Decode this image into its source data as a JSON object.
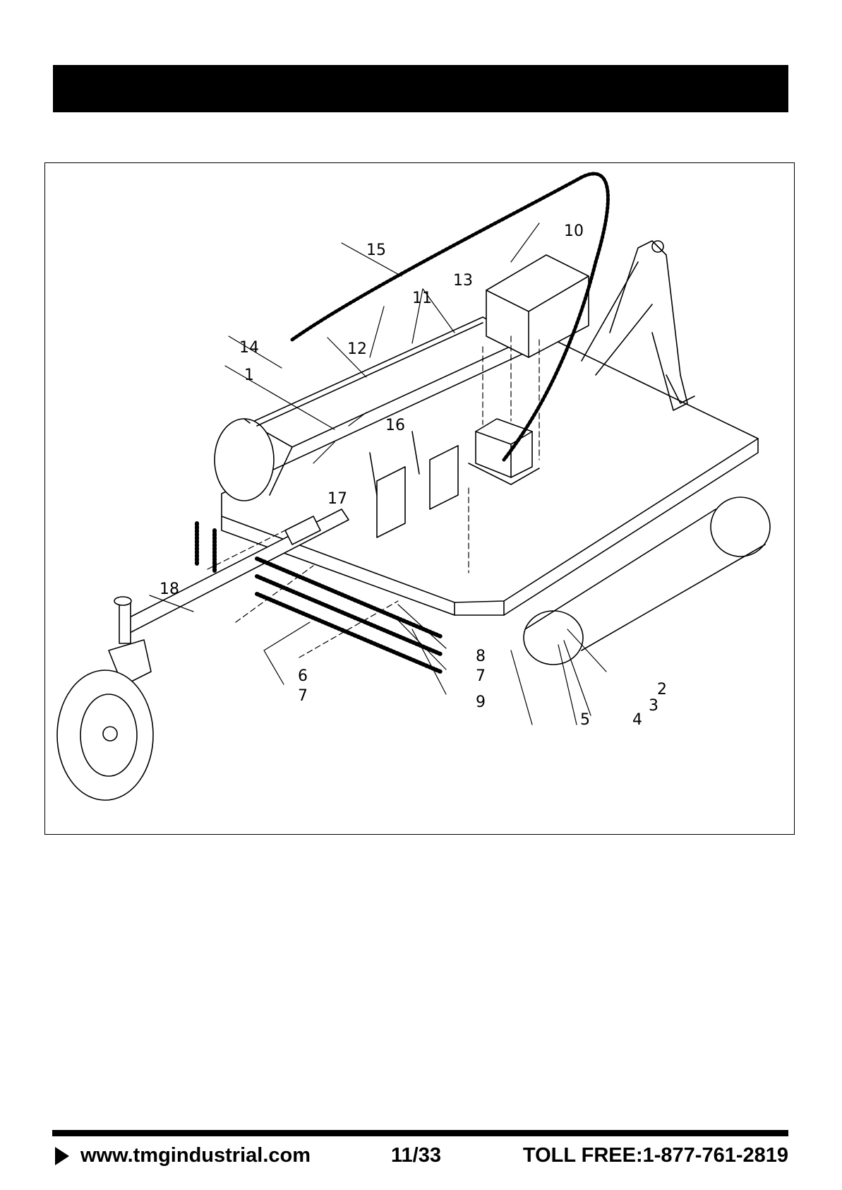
{
  "diagram": {
    "callouts": [
      {
        "id": "c1",
        "label": "1"
      },
      {
        "id": "c2",
        "label": "2"
      },
      {
        "id": "c3",
        "label": "3"
      },
      {
        "id": "c4",
        "label": "4"
      },
      {
        "id": "c5",
        "label": "5"
      },
      {
        "id": "c6",
        "label": "6"
      },
      {
        "id": "c7a",
        "label": "7"
      },
      {
        "id": "c7b",
        "label": "7"
      },
      {
        "id": "c8",
        "label": "8"
      },
      {
        "id": "c9",
        "label": "9"
      },
      {
        "id": "c10",
        "label": "10"
      },
      {
        "id": "c11",
        "label": "11"
      },
      {
        "id": "c12",
        "label": "12"
      },
      {
        "id": "c13",
        "label": "13"
      },
      {
        "id": "c14",
        "label": "14"
      },
      {
        "id": "c15",
        "label": "15"
      },
      {
        "id": "c16",
        "label": "16"
      },
      {
        "id": "c17",
        "label": "17"
      },
      {
        "id": "c18",
        "label": "18"
      }
    ]
  },
  "footer": {
    "website": "www.tmgindustrial.com",
    "page": "11/33",
    "toll_free": "TOLL FREE:1-877-761-2819"
  }
}
